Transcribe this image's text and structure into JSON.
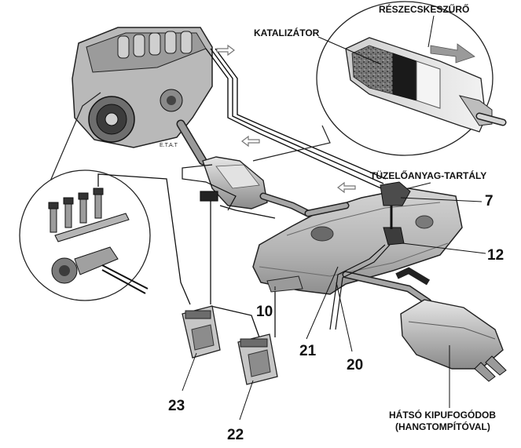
{
  "labels": {
    "particle_filter": "RÉSZECSKESZŰRŐ",
    "catalyst": "KATALIZÁTOR",
    "fuel_tank": "TÜZELŐANYAG-TARTÁLY",
    "rear_muffler_line1": "HÁTSÓ KIPUFOGÓDOB",
    "rear_muffler_line2": "(HANGTOMPÍTÓVAL)",
    "engine_code": "E.T.A.T"
  },
  "callouts": {
    "n7": "7",
    "n12": "12",
    "n10": "10",
    "n21": "21",
    "n20": "20",
    "n23": "23",
    "n22": "22"
  },
  "colors": {
    "ink": "#111111",
    "metal_light": "#d8d8d8",
    "metal_mid": "#a8a8a8",
    "metal_dark": "#5a5a5a",
    "arrow_gray": "#bdbdbd"
  }
}
